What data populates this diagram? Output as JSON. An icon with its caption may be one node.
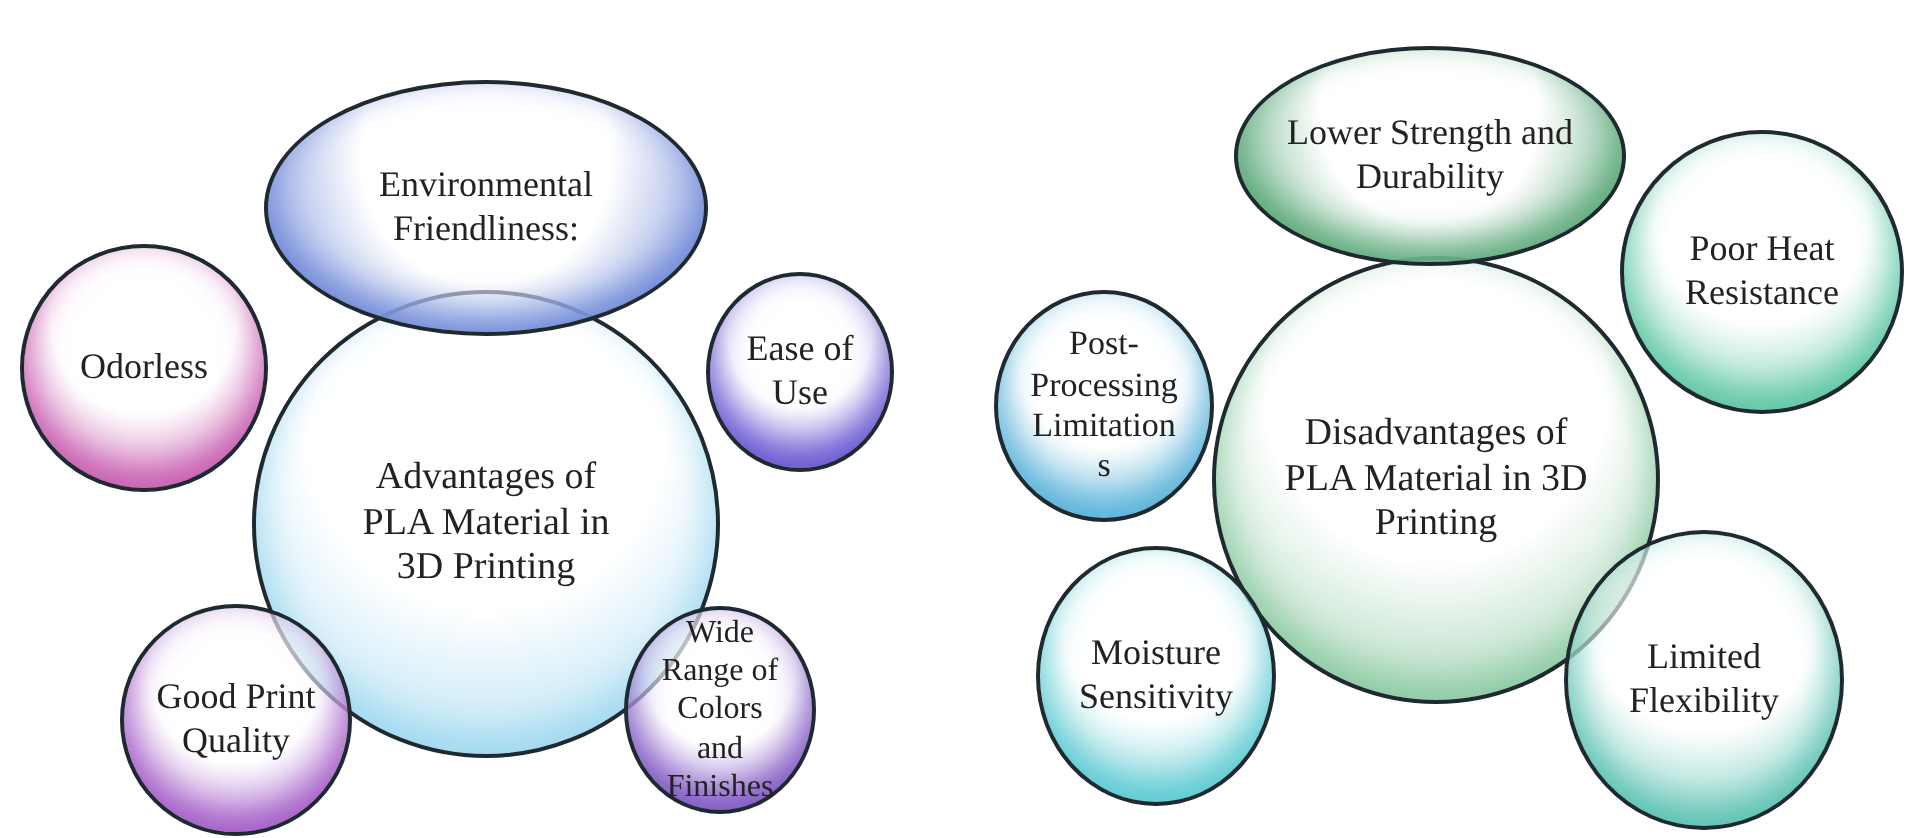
{
  "diagram": {
    "nodes": [
      {
        "text": [
          "Advantages of PLA Material in 3D Printing"
        ]
      },
      {
        "text": [
          "Environmental Friendliness:"
        ]
      },
      {
        "text": [
          "Odorless"
        ]
      },
      {
        "text": [
          "Ease of Use"
        ]
      },
      {
        "text": [
          "Good Print Quality"
        ]
      },
      {
        "text": [
          "Wide Range of Colors and Finishes"
        ]
      },
      {
        "text": [
          "Disadvantages of PLA Material in 3D Printing"
        ]
      },
      {
        "text": [
          "Lower Strength and Durability"
        ]
      },
      {
        "text": [
          "Poor Heat Resistance"
        ]
      },
      {
        "text": [
          "Post-Processing Limitations"
        ]
      },
      {
        "text": [
          "Moisture Sensitivity"
        ]
      },
      {
        "text": [
          "Limited Flexibility"
        ]
      }
    ],
    "edges": []
  }
}
